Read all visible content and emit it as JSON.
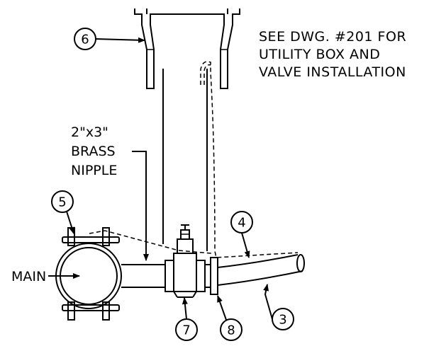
{
  "note": {
    "lines": [
      "SEE DWG. #201 FOR",
      "UTILITY BOX AND",
      "VALVE INSTALLATION"
    ]
  },
  "nipple_label": {
    "lines": [
      "2\"x3\"",
      "BRASS",
      "NIPPLE"
    ]
  },
  "main_label": "MAIN",
  "callouts": {
    "c3": "3",
    "c4": "4",
    "c5": "5",
    "c6": "6",
    "c7": "7",
    "c8": "8"
  }
}
